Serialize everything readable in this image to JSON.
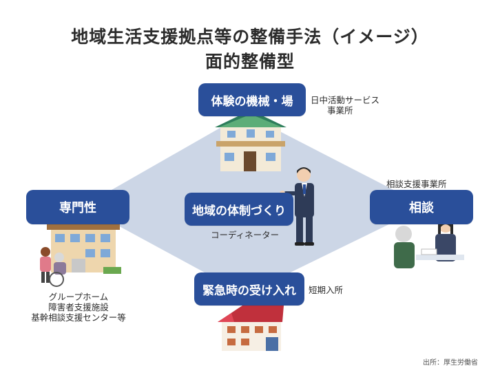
{
  "title_line1": "地域生活支援拠点等の整備手法（イメージ）",
  "title_line2": "面的整備型",
  "boxes": {
    "top": "体験の機械・場",
    "left": "専門性",
    "right": "相談",
    "center": "地域の体制づくり",
    "bottom": "緊急時の受け入れ"
  },
  "labels": {
    "top_line1": "日中活動サービス",
    "top_line2": "事業所",
    "right": "相談支援事業所",
    "center": "コーディネーター",
    "bottom": "短期入所",
    "left_line1": "グループホーム",
    "left_line2": "障害者支援施設",
    "left_line3": "基幹相談支援センター等"
  },
  "source": "出所：厚生労働省",
  "colors": {
    "box": "#2a4f9a",
    "diamond": "#ccd6e6"
  }
}
